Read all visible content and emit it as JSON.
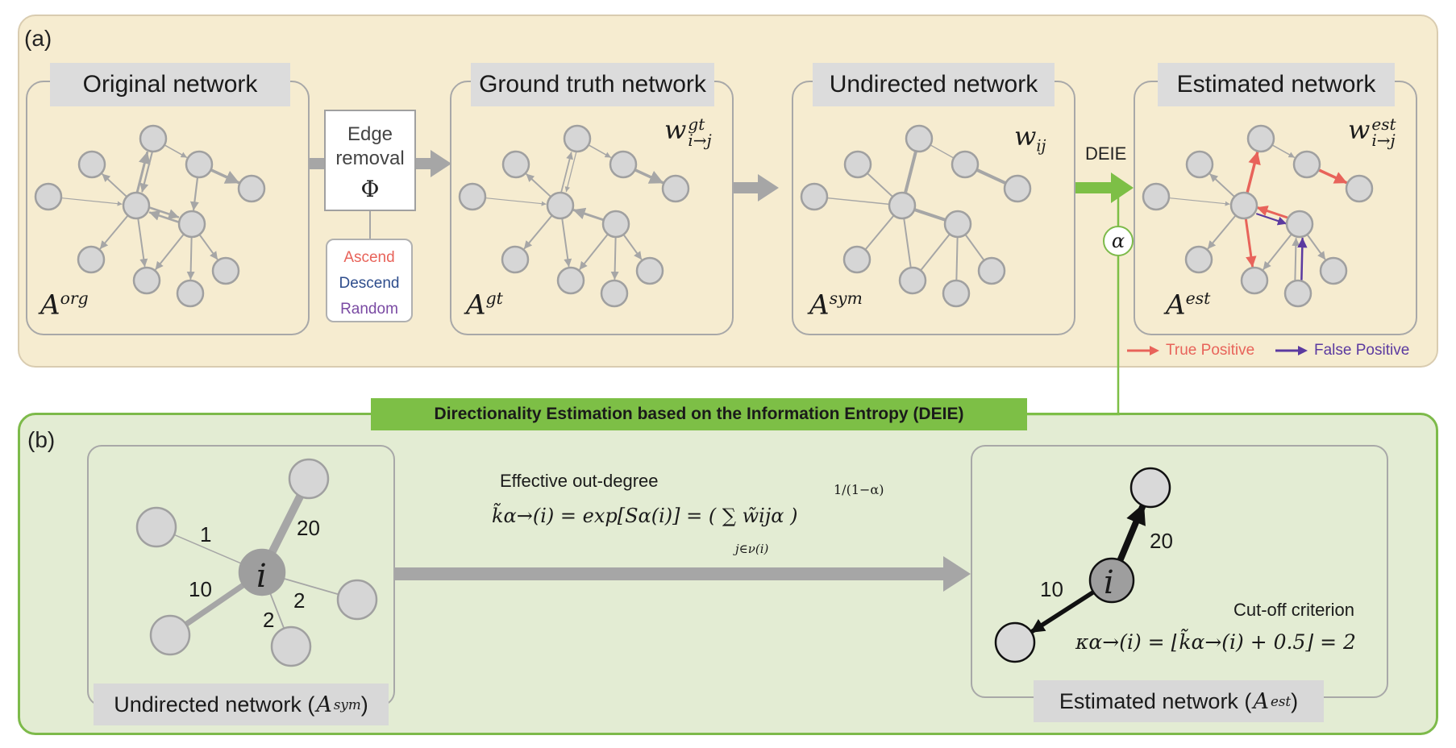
{
  "panel_a": {
    "label": "(a)",
    "networks": [
      {
        "title": "Original network",
        "matrix_base": "A",
        "matrix_sup": "org"
      },
      {
        "title": "Ground truth network",
        "matrix_base": "A",
        "matrix_sup": "gt",
        "weight_base": "w",
        "weight_sup": "gt",
        "weight_sub": "i→j"
      },
      {
        "title": "Undirected network",
        "matrix_base": "A",
        "matrix_sup": "sym",
        "weight_base": "w",
        "weight_sub": "ij"
      },
      {
        "title": "Estimated network",
        "matrix_base": "A",
        "matrix_sup": "est",
        "weight_base": "w",
        "weight_sup": "est",
        "weight_sub": "i→j"
      }
    ],
    "edge_removal": {
      "line1": "Edge",
      "line2": "removal",
      "symbol": "Φ"
    },
    "orders": [
      {
        "label": "Ascend",
        "color": "#e8635a"
      },
      {
        "label": "Descend",
        "color": "#2e4d8c"
      },
      {
        "label": "Random",
        "color": "#7a4aa3"
      }
    ],
    "deie_label": "DEIE",
    "alpha": "α",
    "legend": [
      {
        "label": "True Positive",
        "color": "#e8635a"
      },
      {
        "label": "False Positive",
        "color": "#5b3aa0"
      }
    ]
  },
  "panel_b": {
    "label": "(b)",
    "banner": "Directionality Estimation based on the Information Entropy (DEIE)",
    "left_caption": {
      "text": "Undirected network (",
      "math_base": "A",
      "math_sup": "sym",
      "close": ")"
    },
    "right_caption": {
      "text": "Estimated network (",
      "math_base": "A",
      "math_sup": "est",
      "close": ")"
    },
    "center_node": "i",
    "left_weights": [
      "1",
      "20",
      "10",
      "2",
      "2"
    ],
    "right_weights": [
      "20",
      "10"
    ],
    "effective_title": "Effective out-degree",
    "effective_formula": "k̃α→(i) = exp[Sα(i)] = ( ∑ w̃ijα )",
    "effective_exponent": "1/(1−α)",
    "effective_sum_index": "j∈ν(i)",
    "cutoff_title": "Cut-off criterion",
    "cutoff_formula": "κα→(i) = ⌊k̃α→(i) + 0.5⌋ = 2"
  },
  "colors": {
    "panel_a_bg": "#f6ecd0",
    "panel_b_bg": "#e3ecd3",
    "green": "#7dbf46",
    "node_fill": "#d6d6d6",
    "edge_gray": "#a6a6a6",
    "true_positive": "#e8635a",
    "false_positive": "#5b3aa0"
  }
}
